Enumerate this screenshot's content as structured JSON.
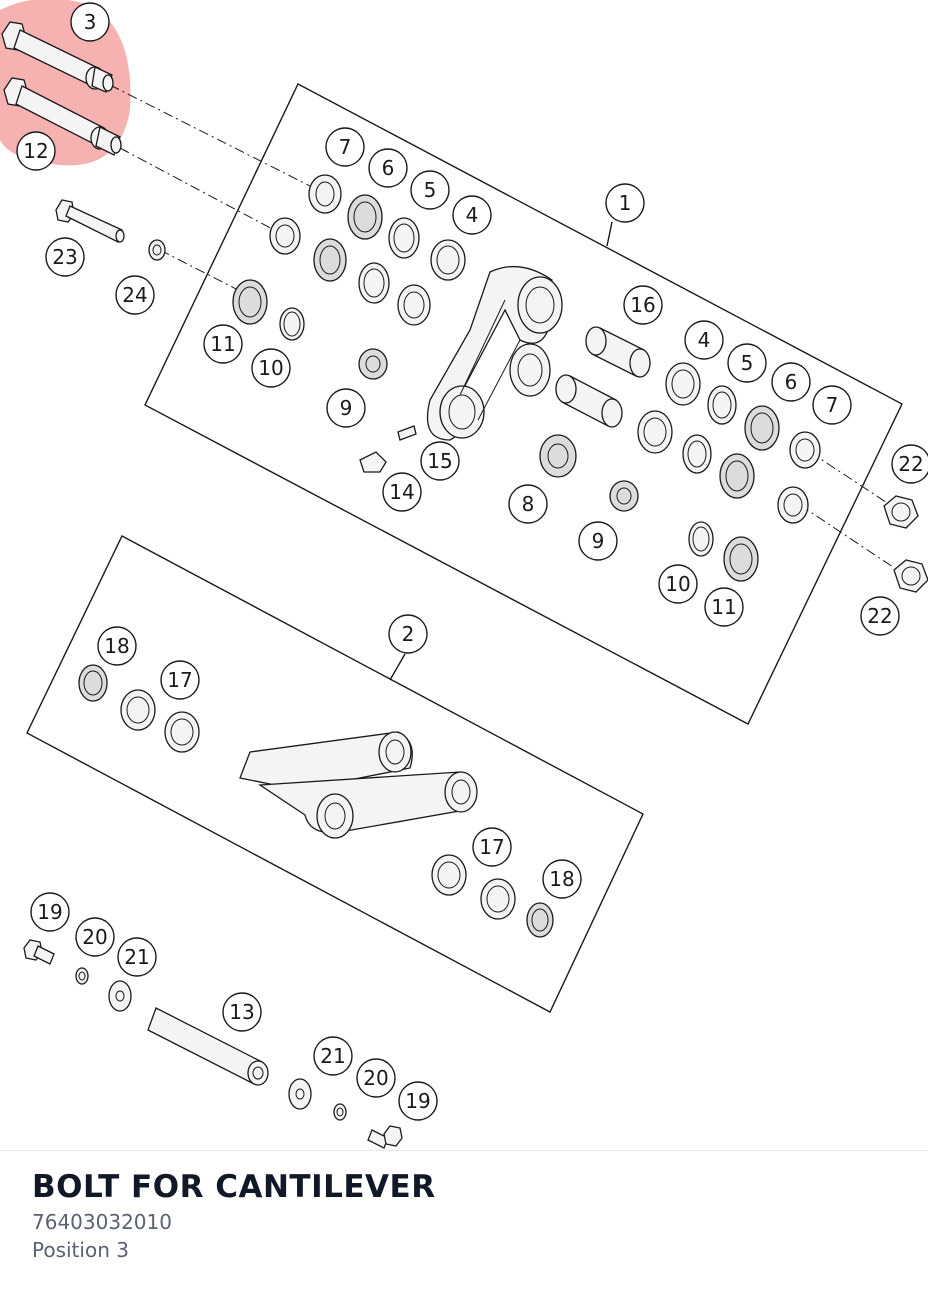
{
  "diagram": {
    "highlight_color": "#f4a3a3",
    "highlighted_positions": [
      "3",
      "12"
    ],
    "callouts": [
      "1",
      "2",
      "3",
      "4",
      "4",
      "5",
      "5",
      "6",
      "6",
      "7",
      "7",
      "8",
      "9",
      "9",
      "10",
      "10",
      "11",
      "11",
      "12",
      "13",
      "14",
      "15",
      "16",
      "17",
      "17",
      "18",
      "18",
      "19",
      "19",
      "20",
      "20",
      "21",
      "21",
      "22",
      "22",
      "23",
      "24"
    ]
  },
  "part": {
    "name": "BOLT FOR CANTILEVER",
    "number": "76403032010",
    "position": "Position 3"
  }
}
